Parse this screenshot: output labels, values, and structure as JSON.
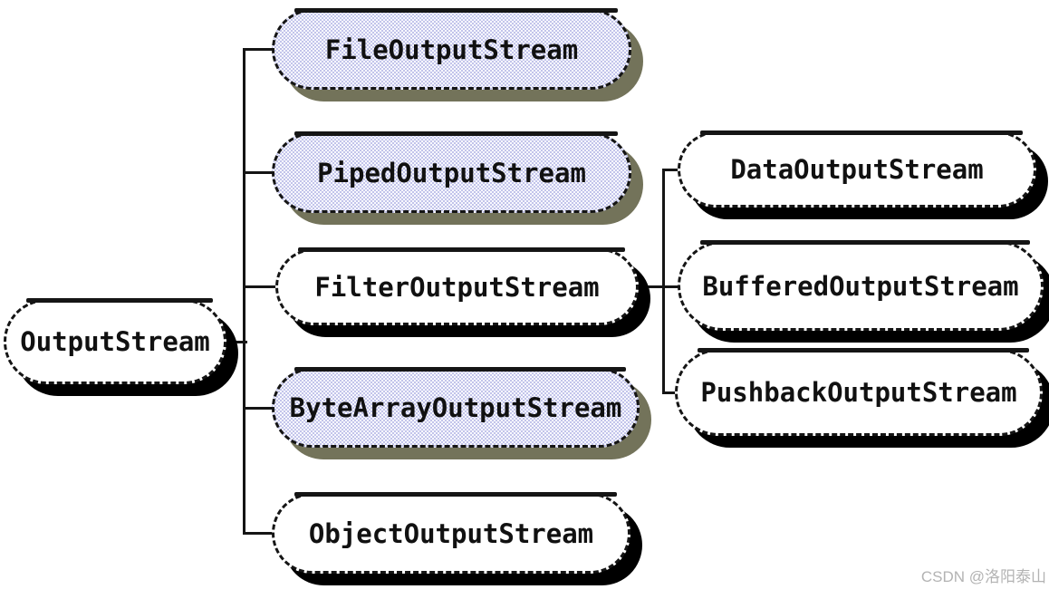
{
  "diagram": {
    "root": {
      "label": "OutputStream"
    },
    "children": [
      {
        "label": "FileOutputStream",
        "highlighted": true
      },
      {
        "label": "PipedOutputStream",
        "highlighted": true
      },
      {
        "label": "FilterOutputStream",
        "highlighted": false
      },
      {
        "label": "ByteArrayOutputStream",
        "highlighted": true
      },
      {
        "label": "ObjectOutputStream",
        "highlighted": false
      }
    ],
    "filter_children": [
      {
        "label": "DataOutputStream"
      },
      {
        "label": "BufferedOutputStream"
      },
      {
        "label": "PushbackOutputStream"
      }
    ],
    "colors": {
      "node_fill": "#ffffff",
      "highlight_fill": "#d6d7f2",
      "outline": "#151515",
      "shadow_plain": "#000000",
      "shadow_highlight": "#73735a",
      "connector": "#151515"
    }
  },
  "watermark": {
    "text": "CSDN @洛阳泰山",
    "color": "#b3b3b3"
  }
}
